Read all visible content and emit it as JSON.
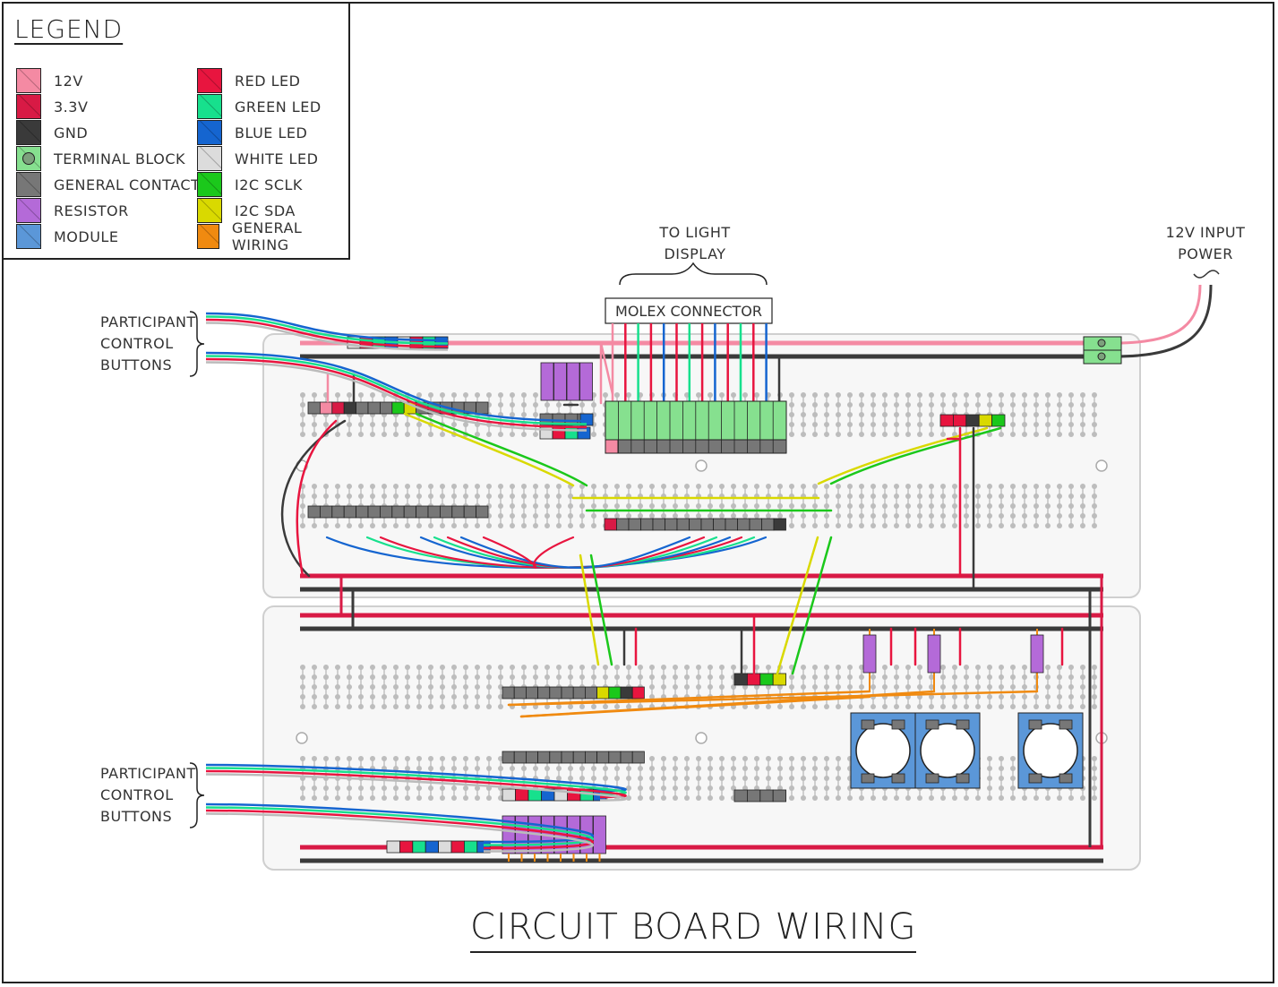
{
  "legend": {
    "title": "LEGEND",
    "items": [
      {
        "label": "12V",
        "color": "#f48aa3"
      },
      {
        "label": "3.3V",
        "color": "#d81a45"
      },
      {
        "label": "GND",
        "color": "#3a3a3a"
      },
      {
        "label": "TERMINAL BLOCK",
        "color": "#86e08f",
        "icon": "terminal-dot"
      },
      {
        "label": "GENERAL CONTACT",
        "color": "#777777"
      },
      {
        "label": "RESISTOR",
        "color": "#b46ad8"
      },
      {
        "label": "MODULE",
        "color": "#5b97d8"
      },
      {
        "label": "RED LED",
        "color": "#e8153f"
      },
      {
        "label": "GREEN LED",
        "color": "#17e08d"
      },
      {
        "label": "BLUE LED",
        "color": "#1565d0"
      },
      {
        "label": "WHITE LED",
        "color": "#dcdcdc"
      },
      {
        "label": "I2C SCLK",
        "color": "#1bc81b"
      },
      {
        "label": "I2C SDA",
        "color": "#d9d900"
      },
      {
        "label": "GENERAL WIRING",
        "color": "#f08a10"
      }
    ]
  },
  "annotations": {
    "to_light_display_1": "TO LIGHT",
    "to_light_display_2": "DISPLAY",
    "molex_connector": "MOLEX CONNECTOR",
    "input_power_1": "12V INPUT",
    "input_power_2": "POWER",
    "participant_top_1": "PARTICIPANT",
    "participant_top_2": "CONTROL",
    "participant_top_3": "BUTTONS",
    "participant_bottom_1": "PARTICIPANT",
    "participant_bottom_2": "CONTROL",
    "participant_bottom_3": "BUTTONS"
  },
  "title": "CIRCUIT BOARD WIRING",
  "colors": {
    "v12": "#f48aa3",
    "v33": "#d81a45",
    "gnd": "#3a3a3a",
    "terminal": "#86e08f",
    "contact": "#777777",
    "resistor": "#b46ad8",
    "module": "#5b97d8",
    "red": "#e8153f",
    "green": "#17e08d",
    "blue": "#1565d0",
    "white": "#dcdcdc",
    "sclk": "#1bc81b",
    "sda": "#d9d900",
    "wiring": "#f08a10"
  }
}
